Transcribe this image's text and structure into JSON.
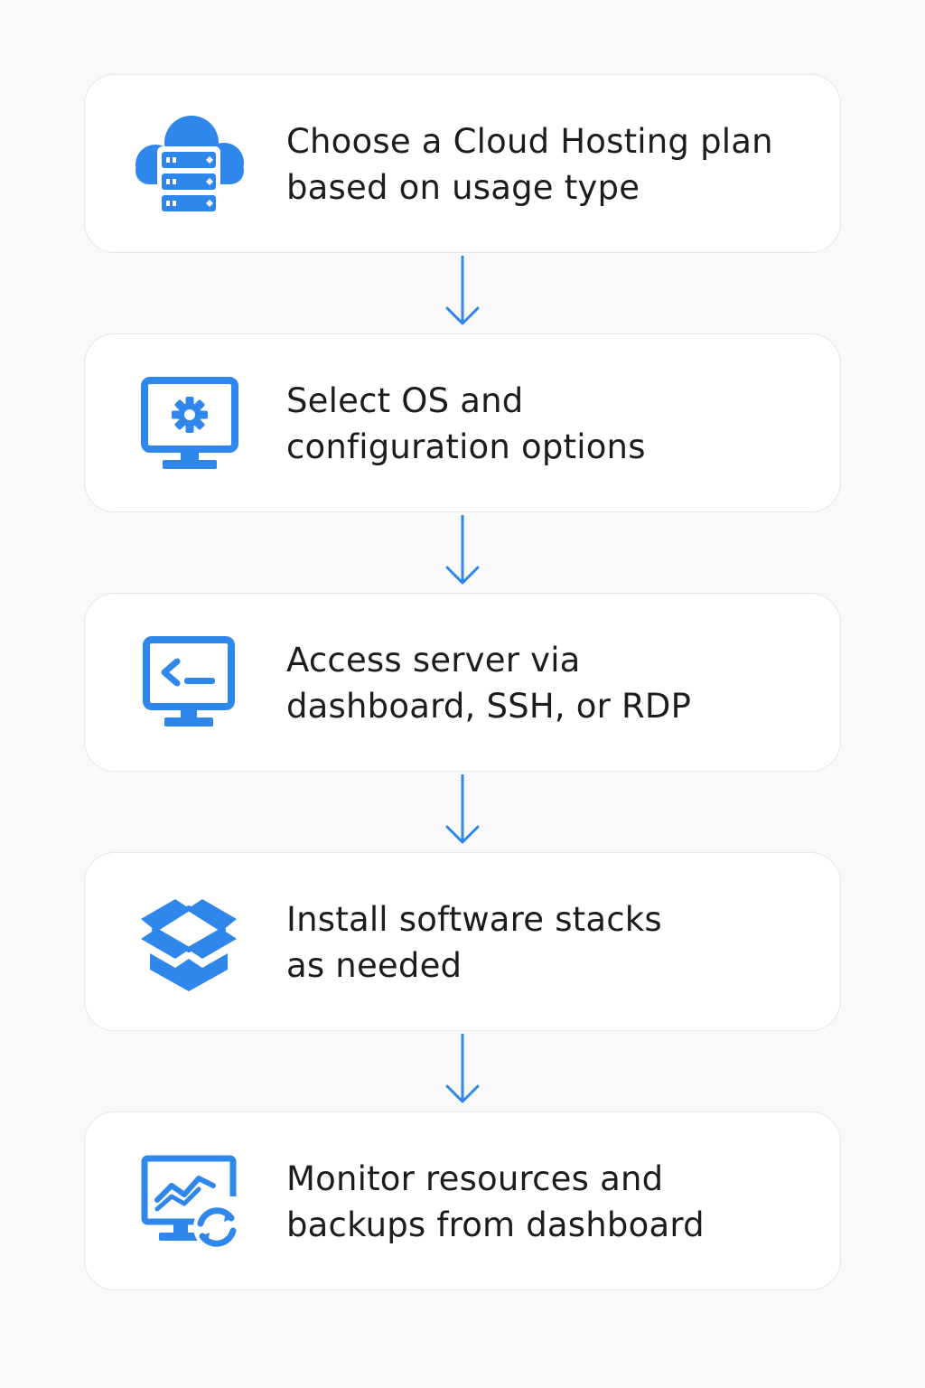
{
  "accent_color": "#2f86eb",
  "steps": [
    {
      "icon": "cloud-server-icon",
      "line1": "Choose a Cloud Hosting plan",
      "line2": "based on usage type"
    },
    {
      "icon": "monitor-gear-icon",
      "line1": "Select OS and",
      "line2": "configuration options"
    },
    {
      "icon": "terminal-monitor-icon",
      "line1": "Access server via",
      "line2": "dashboard, SSH, or RDP"
    },
    {
      "icon": "open-box-icon",
      "line1": "Install software stacks",
      "line2": "as needed"
    },
    {
      "icon": "monitor-chart-sync-icon",
      "line1": "Monitor resources and",
      "line2": "backups from dashboard"
    }
  ]
}
